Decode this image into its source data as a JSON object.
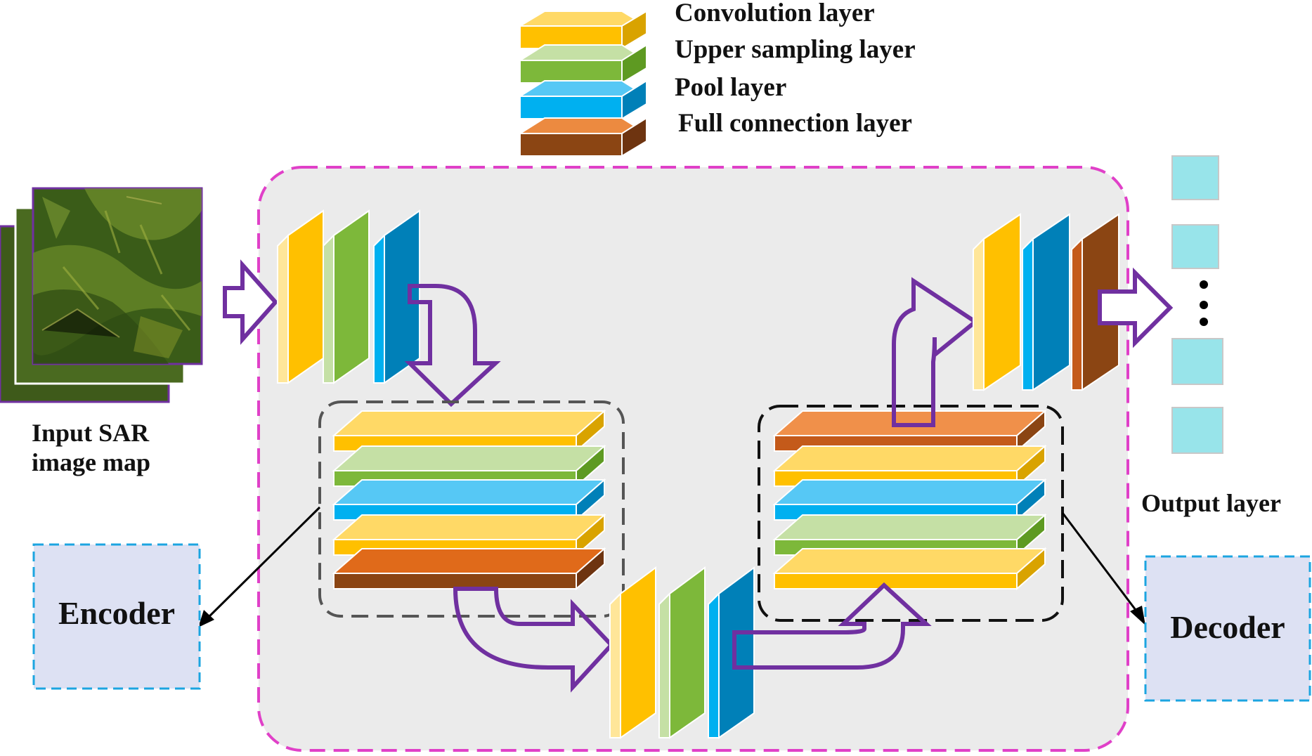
{
  "legend": {
    "convolution": "Convolution layer",
    "upsampling": "Upper sampling layer",
    "pool": "Pool layer",
    "fullconn": "Full connection layer"
  },
  "labels": {
    "input_line1": "Input SAR",
    "input_line2": "image map",
    "output": "Output layer",
    "encoder": "Encoder",
    "decoder": "Decoder",
    "ellipsis": "⋮"
  },
  "colors": {
    "convolution": {
      "top": "#FFD966",
      "front": "#FFC000",
      "side": "#D9A300"
    },
    "upsampling": {
      "top": "#C5E0A5",
      "front": "#7DB83A",
      "side": "#5E9A22"
    },
    "pool": {
      "top": "#56C8F5",
      "front": "#00B0F0",
      "side": "#0080B8"
    },
    "fullconn": {
      "top": "#EC8A40",
      "front": "#8B4513",
      "side": "#6E3410"
    },
    "arrow": "#7030A0",
    "dashed_outer": "#E040C8",
    "dashed_box": "#1CA5E0",
    "box_fill": "#DDE1F3",
    "output_cell": "#98E4EA",
    "panel": "#EBEBEB"
  }
}
